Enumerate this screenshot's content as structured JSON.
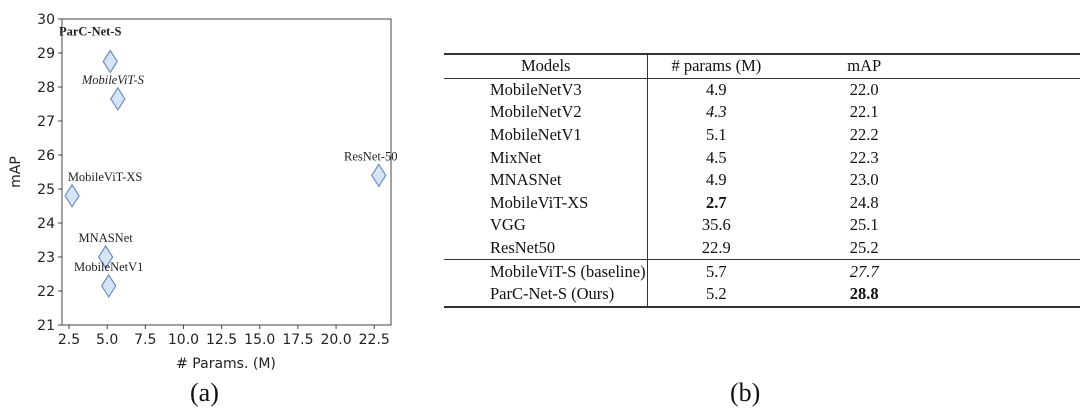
{
  "chart_data": {
    "type": "scatter",
    "xlabel": "# Params. (M)",
    "ylabel": "mAP",
    "xlim": [
      2.04,
      23.6
    ],
    "ylim": [
      21,
      30
    ],
    "xticks": [
      "2.5",
      "5.0",
      "7.5",
      "10.0",
      "12.5",
      "15.0",
      "17.5",
      "20.0",
      "22.5"
    ],
    "yticks": [
      "21",
      "22",
      "23",
      "24",
      "25",
      "26",
      "27",
      "28",
      "29",
      "30"
    ],
    "marker": "diamond",
    "marker_fill": "#d6e4f8",
    "marker_stroke": "#6c8ebf",
    "grid": false,
    "points": [
      {
        "label": "ParC-Net-S",
        "x": 5.2,
        "y": 28.75,
        "style": "bold"
      },
      {
        "label": "MobileViT-S",
        "x": 5.7,
        "y": 27.65,
        "style": "italic"
      },
      {
        "label": "ResNet-50",
        "x": 22.8,
        "y": 25.4,
        "style": "normal"
      },
      {
        "label": "MobileViT-XS",
        "x": 2.7,
        "y": 24.8,
        "style": "normal"
      },
      {
        "label": "MNASNet",
        "x": 4.9,
        "y": 23.0,
        "style": "normal"
      },
      {
        "label": "MobileNetV1",
        "x": 5.1,
        "y": 22.15,
        "style": "normal"
      }
    ]
  },
  "panels": {
    "a": "(a)",
    "b": "(b)"
  },
  "table": {
    "headers": [
      "Models",
      "# params (M)",
      "mAP"
    ],
    "rows": [
      {
        "model": "MobileNetV3",
        "params": "4.9",
        "map": "22.0"
      },
      {
        "model": "MobileNetV2",
        "params": "4.3",
        "map": "22.1",
        "params_style": "italic"
      },
      {
        "model": "MobileNetV1",
        "params": "5.1",
        "map": "22.2"
      },
      {
        "model": "MixNet",
        "params": "4.5",
        "map": "22.3"
      },
      {
        "model": "MNASNet",
        "params": "4.9",
        "map": "23.0"
      },
      {
        "model": "MobileViT-XS",
        "params": "2.7",
        "map": "24.8",
        "params_style": "bold"
      },
      {
        "model": "VGG",
        "params": "35.6",
        "map": "25.1"
      },
      {
        "model": "ResNet50",
        "params": "22.9",
        "map": "25.2"
      },
      {
        "model": "MobileViT-S (baseline)",
        "params": "5.7",
        "map": "27.7",
        "map_style": "italic",
        "group_start": true
      },
      {
        "model": "ParC-Net-S (Ours)",
        "params": "5.2",
        "map": "28.8",
        "map_style": "bold"
      }
    ]
  }
}
